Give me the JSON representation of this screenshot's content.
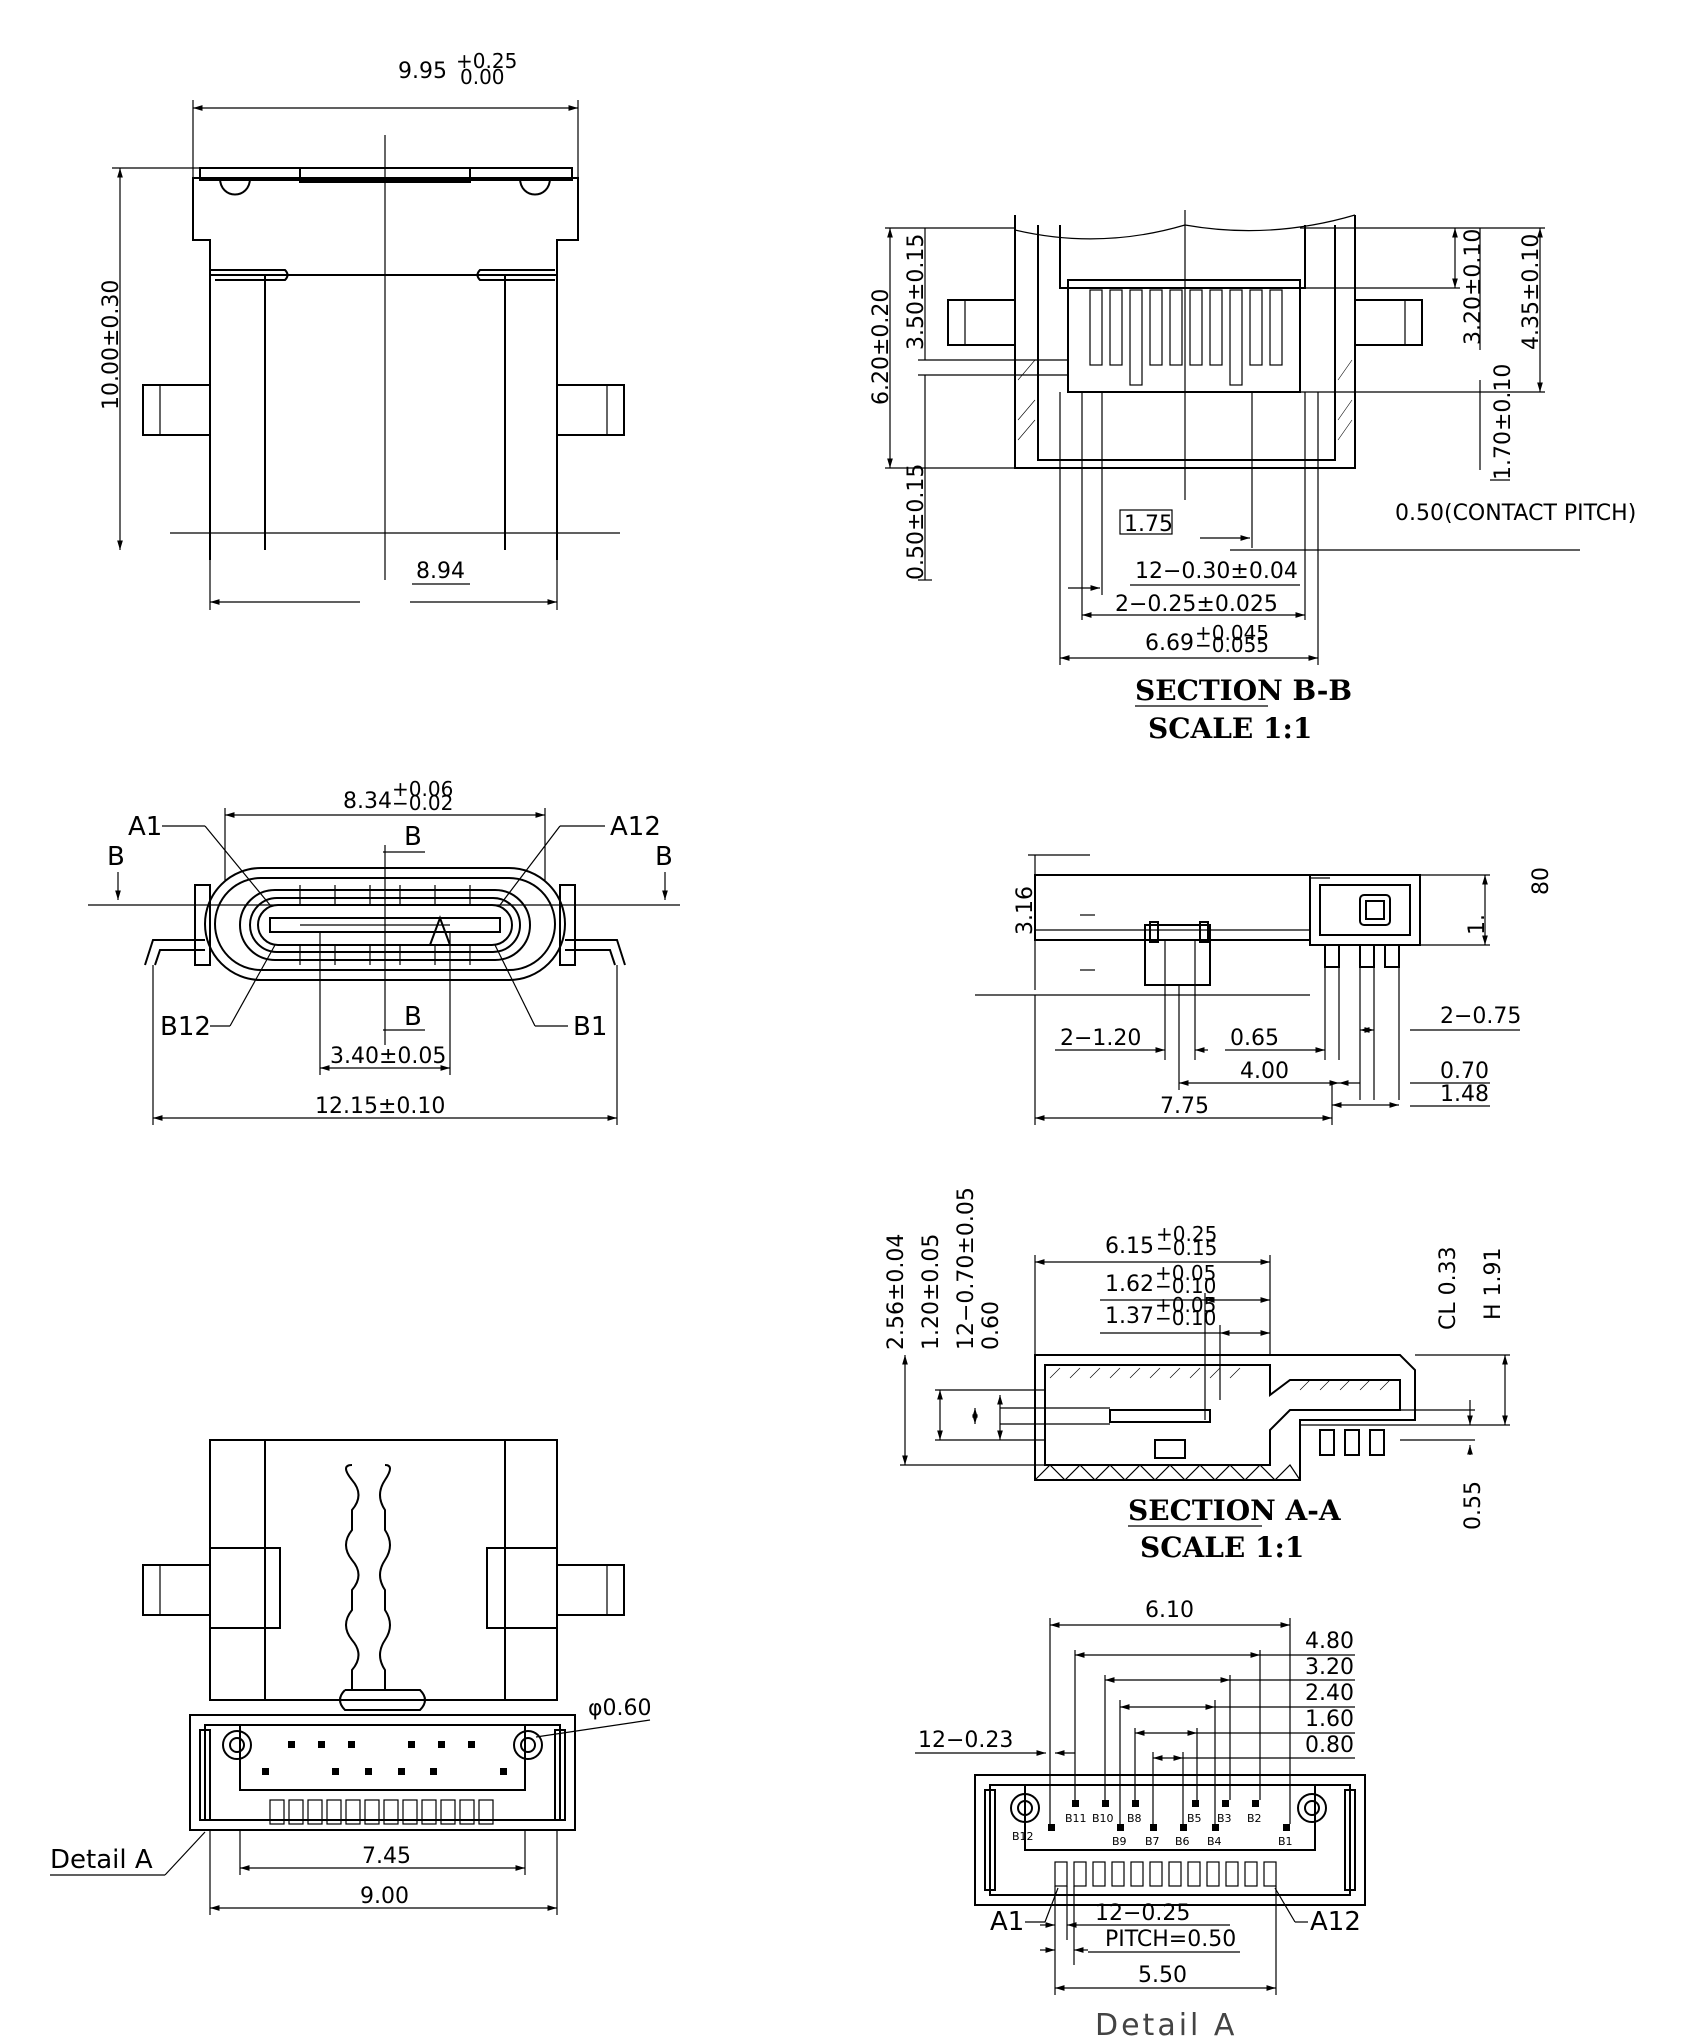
{
  "top_view": {
    "width_main": "9.95",
    "width_tol_upper": "+0.25",
    "width_tol_lower": "0.00",
    "height": "10.00±0.30",
    "bottom_width": "8.94"
  },
  "section_bb": {
    "title": "SECTION B-B",
    "scale": "SCALE 1:1",
    "dim_6_20": "6.20±0.20",
    "dim_3_50": "3.50±0.15",
    "dim_0_50": "0.50±0.15",
    "dim_3_20": "3.20±0.10",
    "dim_4_35": "4.35±0.10",
    "dim_1_70": "1.70±0.10",
    "dim_1_75": "1.75",
    "contact_pitch": "0.50(CONTACT PITCH)",
    "dim_12_030": "12−0.30±0.04",
    "dim_2_025": "2−0.25±0.025",
    "dim_669_main": "6.69",
    "dim_669_upper": "+0.045",
    "dim_669_lower": "−0.055"
  },
  "front_view": {
    "dim_834_main": "8.34",
    "dim_834_upper": "+0.06",
    "dim_834_lower": "−0.02",
    "label_a1": "A1",
    "label_a12": "A12",
    "label_b12": "B12",
    "label_b1": "B1",
    "label_b": "B",
    "dim_340": "3.40±0.05",
    "dim_1215": "12.15±0.10"
  },
  "side_view": {
    "dim_316": "3.16",
    "dim_80": "80",
    "dim_1x": "1.",
    "dim_2_120": "2−1.20",
    "dim_065": "0.65",
    "dim_2_075": "2−0.75",
    "dim_400": "4.00",
    "dim_070": "0.70",
    "dim_775": "7.75",
    "dim_148": "1.48"
  },
  "section_aa": {
    "title": "SECTION A-A",
    "scale": "SCALE 1:1",
    "dim_615_main": "6.15",
    "dim_615_upper": "+0.25",
    "dim_615_lower": "−0.15",
    "dim_162_main": "1.62",
    "dim_162_upper": "+0.05",
    "dim_162_lower": "−0.10",
    "dim_137_main": "1.37",
    "dim_137_upper": "+0.05",
    "dim_137_lower": "−0.10",
    "dim_256": "2.56±0.04",
    "dim_120": "1.20±0.05",
    "dim_12_070": "12−0.70±0.05",
    "dim_060": "0.60",
    "dim_cl": "CL 0.33",
    "dim_h": "H 1.91",
    "dim_055": "0.55"
  },
  "footprint": {
    "dim_phi": "φ0.60",
    "dim_745": "7.45",
    "dim_900": "9.00",
    "detail_label": "Detail A"
  },
  "detail_a": {
    "title": "Detail A",
    "dim_610": "6.10",
    "dim_480": "4.80",
    "dim_320": "3.20",
    "dim_240": "2.40",
    "dim_160": "1.60",
    "dim_080": "0.80",
    "dim_12_023": "12−0.23",
    "dim_12_025": "12−0.25",
    "pitch": "PITCH=0.50",
    "dim_550": "5.50",
    "label_a1": "A1",
    "label_a12": "A12",
    "pad_labels_top": [
      "B11",
      "B10",
      "B8",
      "B5",
      "B3",
      "B2"
    ],
    "pad_labels_bottom": [
      "B12",
      "B9",
      "B7",
      "B6",
      "B4",
      "B1"
    ]
  }
}
